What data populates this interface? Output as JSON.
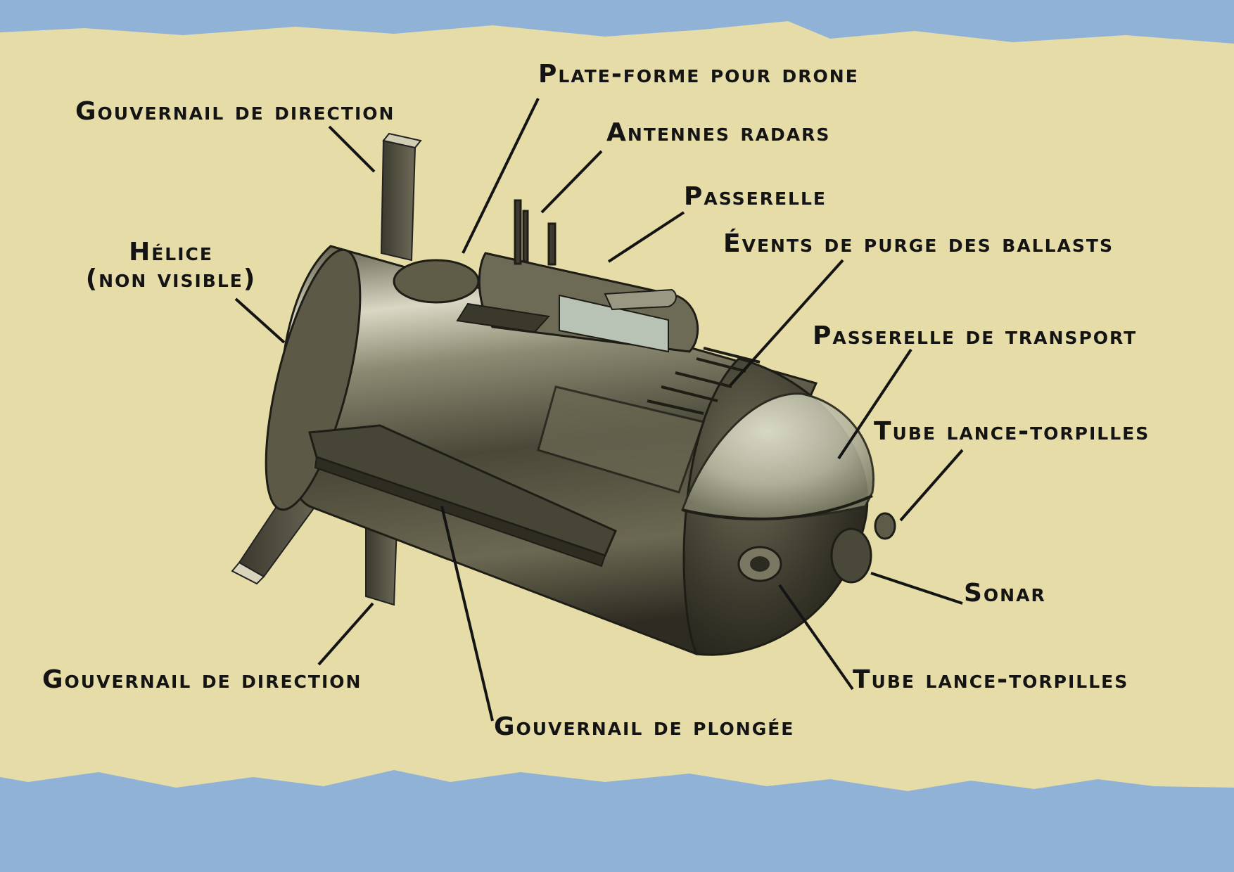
{
  "colors": {
    "background": "#8fb2d6",
    "paper": "#e6dca8",
    "ink": "#141414",
    "hull_dark": "#3a382c",
    "hull_light": "#d8d7c0"
  },
  "labels": {
    "platform_drone": "Plate-forme pour drone",
    "rudder_top": "Gouvernail de direction",
    "radar_antennas": "Antennes radars",
    "passerelle": "Passerelle",
    "ballast_vents": "Évents de purge des ballasts",
    "propeller_line1": "Hélice",
    "propeller_line2": "(non visible)",
    "transport_bridge": "Passerelle de transport",
    "torpedo_tube_top": "Tube lance-torpilles",
    "sonar": "Sonar",
    "rudder_bottom": "Gouvernail de direction",
    "torpedo_tube_bottom": "Tube lance-torpilles",
    "dive_plane": "Gouvernail de plongée"
  }
}
